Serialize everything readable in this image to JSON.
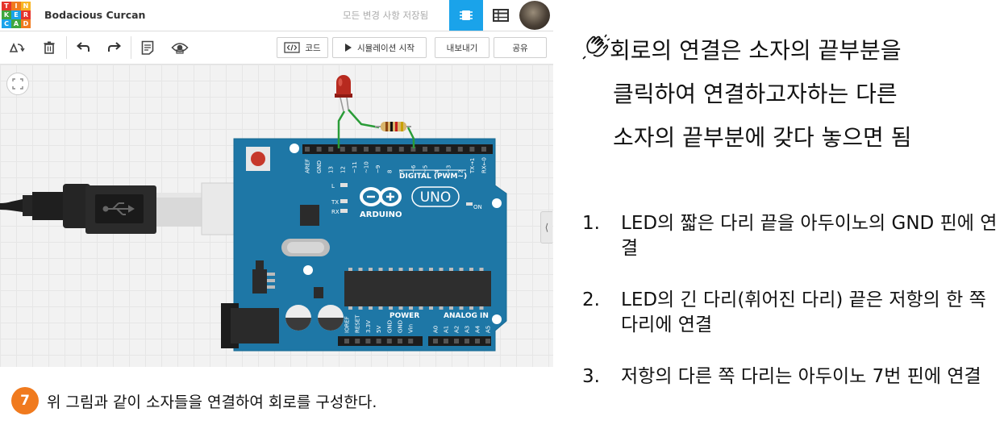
{
  "app": {
    "logo_letters": [
      "T",
      "I",
      "N",
      "K",
      "E",
      "R",
      "C",
      "A",
      "D"
    ],
    "logo_colors": [
      "#e5342c",
      "#f07a1e",
      "#f8b524",
      "#3fa63f",
      "#1aa3ea",
      "#e5342c",
      "#1aa3ea",
      "#3fa63f",
      "#f07a1e"
    ],
    "project_name": "Bodacious Curcan",
    "save_status": "모든 변경 사항 저장됨",
    "accent_color": "#1aa3ea"
  },
  "toolbar": {
    "code_label": "코드",
    "simulate_label": "시뮬레이션 시작",
    "export_label": "내보내기",
    "share_label": "공유"
  },
  "circuit": {
    "board_brand": "ARDUINO",
    "board_model": "UNO",
    "digital_header_label": "DIGITAL (PWM~)",
    "power_label": "POWER",
    "analog_label": "ANALOG IN",
    "on_label": "ON",
    "led_labels": [
      "L",
      "TX",
      "RX"
    ],
    "digital_pins": [
      "AREF",
      "GND",
      "13",
      "12",
      "~11",
      "~10",
      "~9",
      "8",
      "7",
      "~6",
      "~5",
      "4",
      "~3",
      "2",
      "TX→1",
      "RX←0"
    ],
    "power_pins": [
      "IOREF",
      "RESET",
      "3.3V",
      "5V",
      "GND",
      "GND",
      "Vin"
    ],
    "analog_pins": [
      "A0",
      "A1",
      "A2",
      "A3",
      "A4",
      "A5"
    ]
  },
  "instruction": {
    "step_number": "7",
    "step_text": "위 그림과 같이 소자들을 연결하여 회로를 구성한다."
  },
  "tip": {
    "lines": [
      "회로의 연결은 소자의 끝부분을",
      "클릭하여 연결하고자하는 다른",
      "소자의 끝부분에 갖다 놓으면 됨"
    ]
  },
  "steps": [
    {
      "num": "1.",
      "text": "LED의 짧은 다리 끝을 아두이노의 GND 핀에 연결"
    },
    {
      "num": "2.",
      "text": "LED의 긴 다리(휘어진 다리) 끝은 저항의 한 쪽 다리에 연결"
    },
    {
      "num": "3.",
      "text": "저항의 다른 쪽 다리는 아두이노 7번 핀에 연결"
    }
  ]
}
